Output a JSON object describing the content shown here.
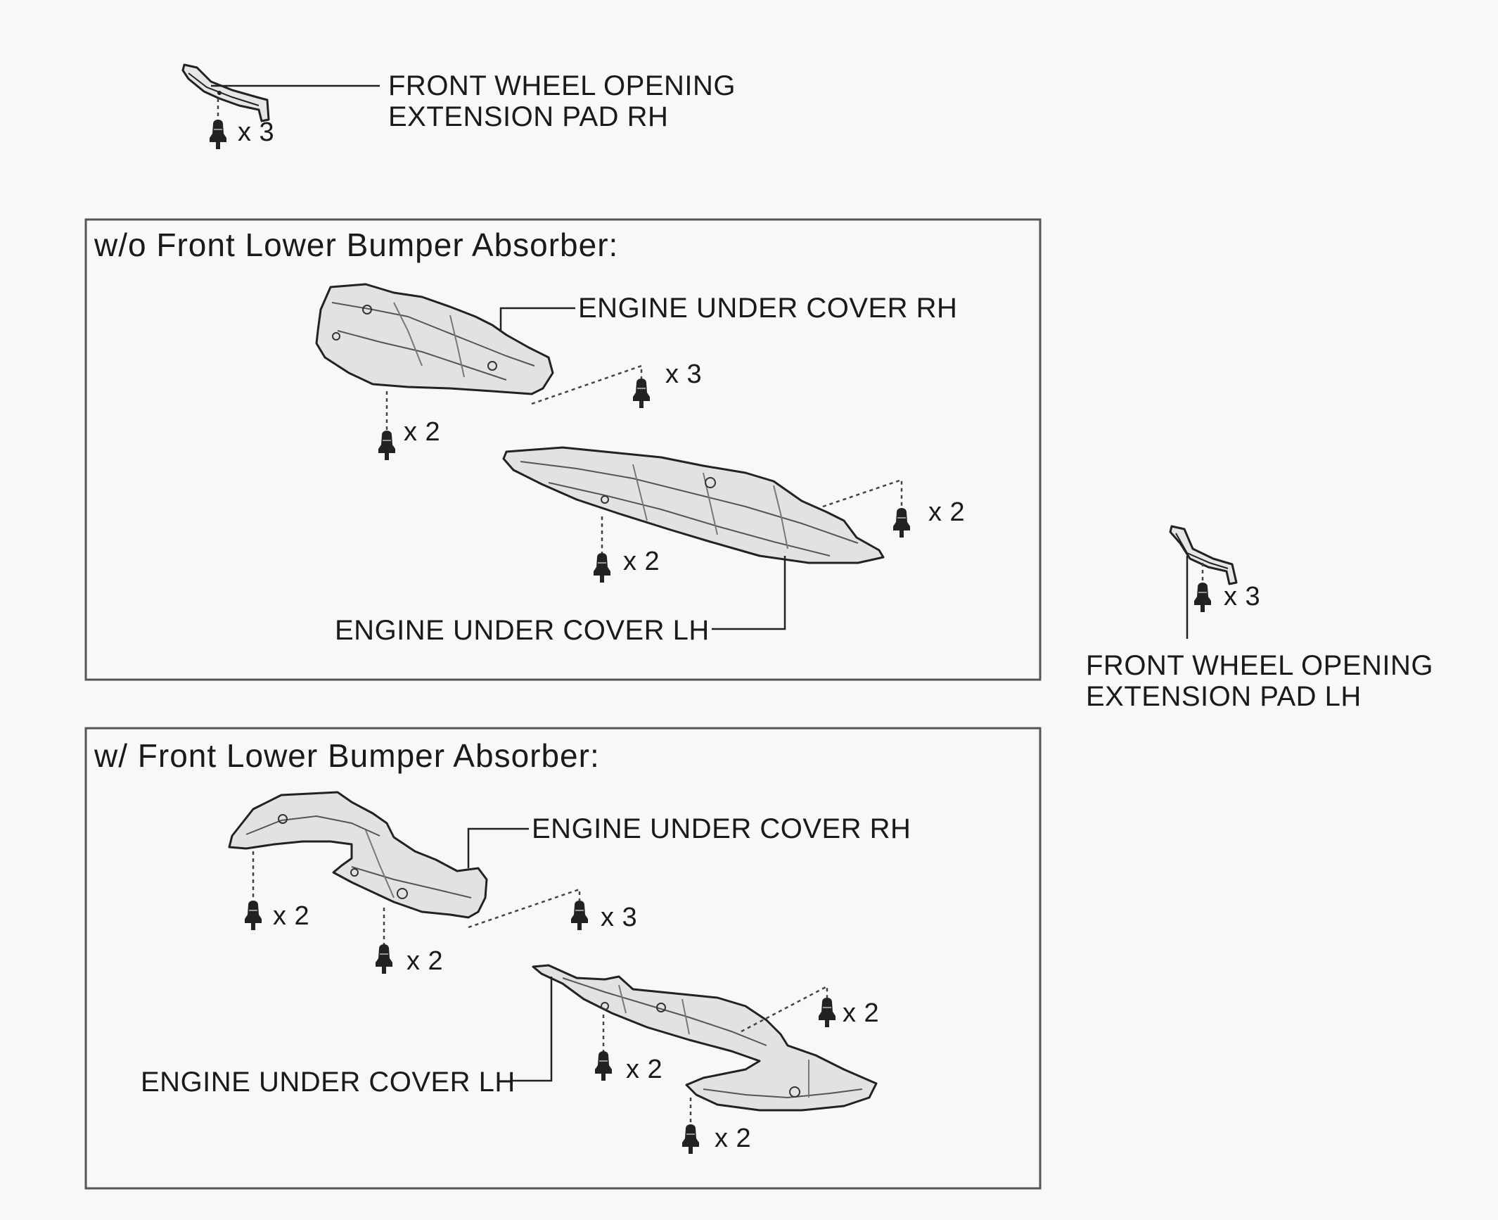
{
  "top_part": {
    "label_line1": "FRONT WHEEL OPENING",
    "label_line2": "EXTENSION PAD RH",
    "count": "x 3"
  },
  "right_part": {
    "label_line1": "FRONT WHEEL OPENING",
    "label_line2": "EXTENSION PAD LH",
    "count": "x 3"
  },
  "panel_without": {
    "title": "w/o Front Lower Bumper Absorber:",
    "cover_rh_label": "ENGINE UNDER COVER RH",
    "cover_lh_label": "ENGINE UNDER COVER LH",
    "count_rh_side": "x 3",
    "count_rh_bottom": "x 2",
    "count_lh_right": "x 2",
    "count_lh_bottom": "x 2"
  },
  "panel_with": {
    "title": "w/ Front Lower Bumper Absorber:",
    "cover_rh_label": "ENGINE UNDER COVER RH",
    "cover_lh_label": "ENGINE UNDER COVER LH",
    "count_rh_left": "x 2",
    "count_rh_mid": "x 2",
    "count_rh_side": "x 3",
    "count_lh_right": "x 2",
    "count_lh_mid": "x 2",
    "count_lh_bottom": "x 2"
  }
}
